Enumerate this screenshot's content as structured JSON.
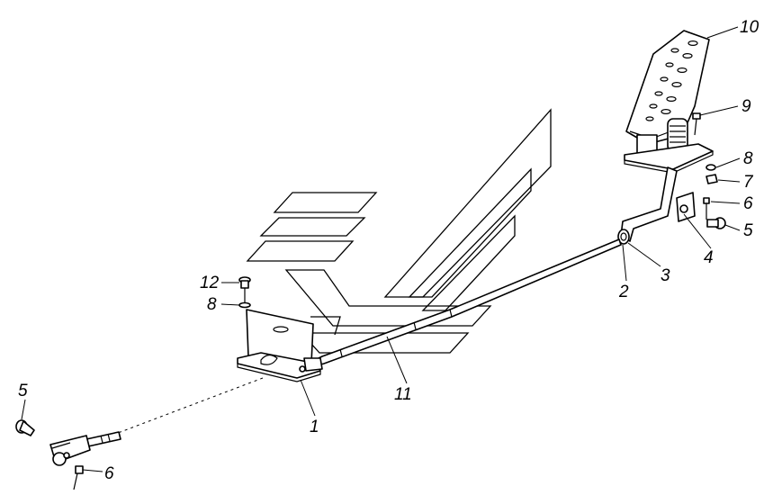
{
  "diagram": {
    "callouts": {
      "c1": "1",
      "c2": "2",
      "c3": "3",
      "c4": "4",
      "c5_right": "5",
      "c6_right": "6",
      "c7": "7",
      "c8_right": "8",
      "c9": "9",
      "c10": "10",
      "c11": "11",
      "c12": "12",
      "c8_left": "8",
      "c5_left": "5",
      "c6_left": "6"
    }
  }
}
